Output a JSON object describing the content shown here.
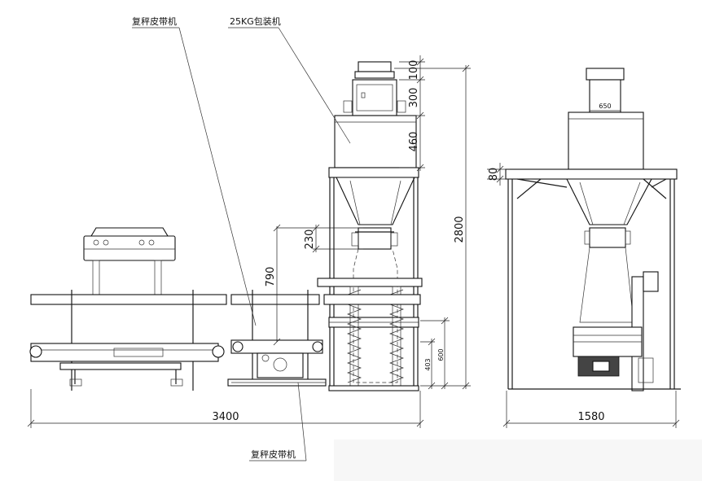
{
  "labels": {
    "conveyor_top": "复秤皮带机",
    "packer": "25KG包装机",
    "conveyor_bottom": "复秤皮带机"
  },
  "dimensions": {
    "d100": "100",
    "d300": "300",
    "d460": "460",
    "d2800": "2800",
    "d230": "230",
    "d790": "790",
    "d403": "403",
    "d600": "600",
    "d3400": "3400",
    "d80": "80",
    "d650": "650",
    "d1580": "1580"
  }
}
